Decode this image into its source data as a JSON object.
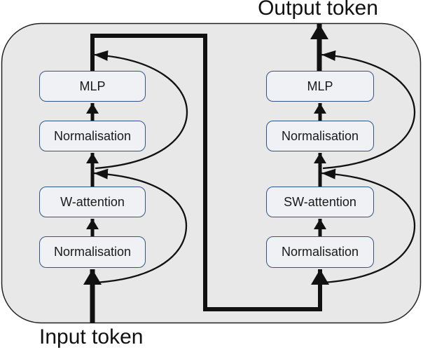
{
  "diagram": {
    "output_label": "Output token",
    "input_label": "Input token",
    "left_block": {
      "blocks": [
        "MLP",
        "Normalisation",
        "W-attention",
        "Normalisation"
      ]
    },
    "right_block": {
      "blocks": [
        "MLP",
        "Normalisation",
        "SW-attention",
        "Normalisation"
      ]
    },
    "colors": {
      "container_fill": "#e8e8e8",
      "container_border": "#222222",
      "block_fill": "#eff1f4",
      "block_border": "#33548a",
      "line": "#111111",
      "text": "#1a1a1a"
    }
  }
}
